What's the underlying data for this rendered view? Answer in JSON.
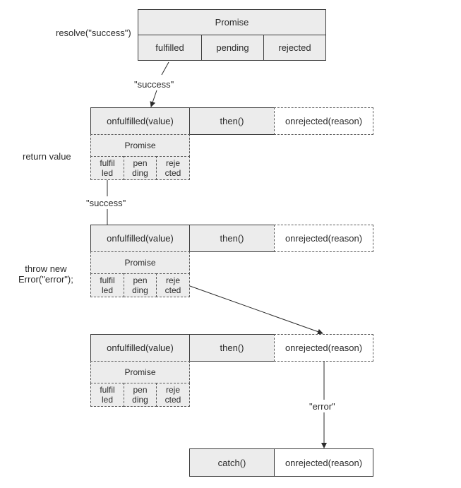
{
  "top": {
    "title": "Promise",
    "states": [
      "fulfilled",
      "pending",
      "rejected"
    ],
    "resolve_label": "resolve(\"success\")"
  },
  "rows": [
    {
      "onfulfilled": "onfulfilled(value)",
      "then": "then()",
      "onrejected": "onrejected(reason)",
      "promise": "Promise",
      "states": [
        "fulfil\nled",
        "pen\nding",
        "reje\ncted"
      ]
    },
    {
      "onfulfilled": "onfulfilled(value)",
      "then": "then()",
      "onrejected": "onrejected(reason)",
      "promise": "Promise",
      "states": [
        "fulfil\nled",
        "pen\nding",
        "reje\ncted"
      ]
    },
    {
      "onfulfilled": "onfulfilled(value)",
      "then": "then()",
      "onrejected": "onrejected(reason)",
      "promise": "Promise",
      "states": [
        "fulfil\nled",
        "pen\nding",
        "reje\ncted"
      ]
    }
  ],
  "annotations": {
    "success_1": "\"success\"",
    "return_value": "return value",
    "success_2": "\"success\"",
    "throw_error": "throw new\nError(\"error\");",
    "error": "\"error\""
  },
  "catch_row": {
    "catch": "catch()",
    "onrejected": "onrejected(reason)"
  }
}
